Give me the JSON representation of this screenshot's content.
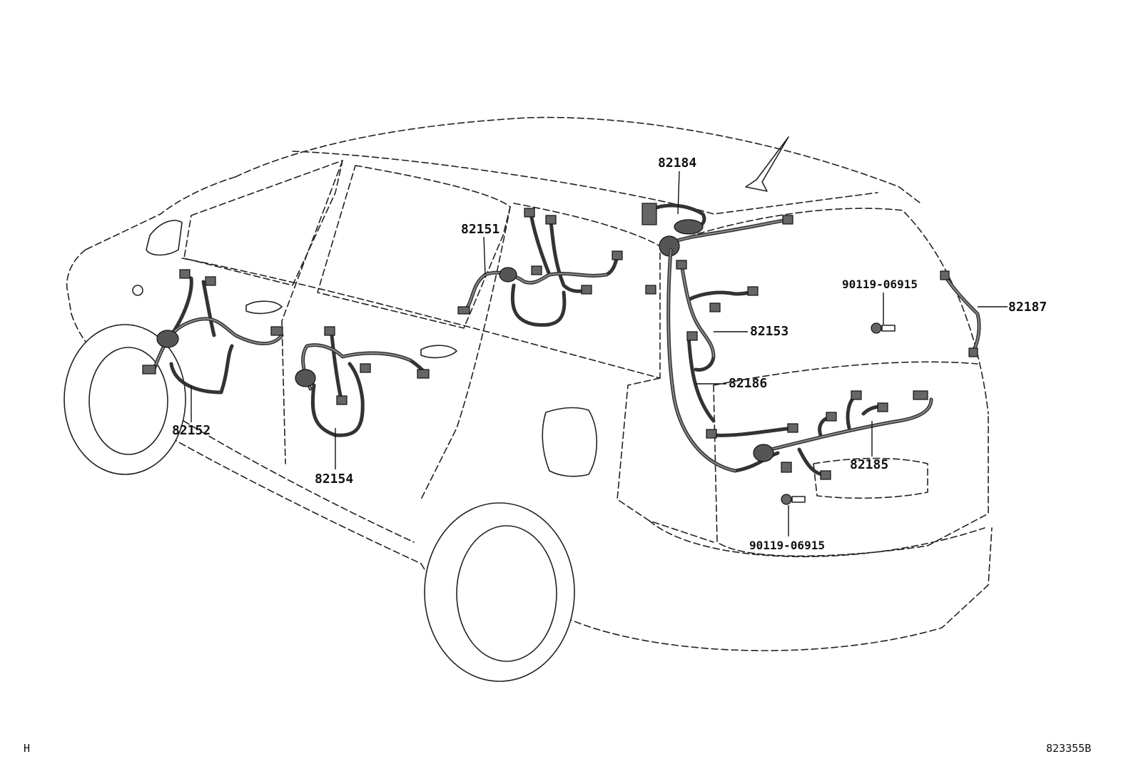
{
  "labels": {
    "p82184": "82184",
    "p82151": "82151",
    "p82153": "82153",
    "p82187": "82187",
    "p82186": "82186",
    "p82152": "82152",
    "p82154": "82154",
    "p82185": "82185",
    "bolt_upper": "90119-06915",
    "bolt_lower": "90119-06915"
  },
  "footer": {
    "left": "H",
    "right": "823355B"
  }
}
